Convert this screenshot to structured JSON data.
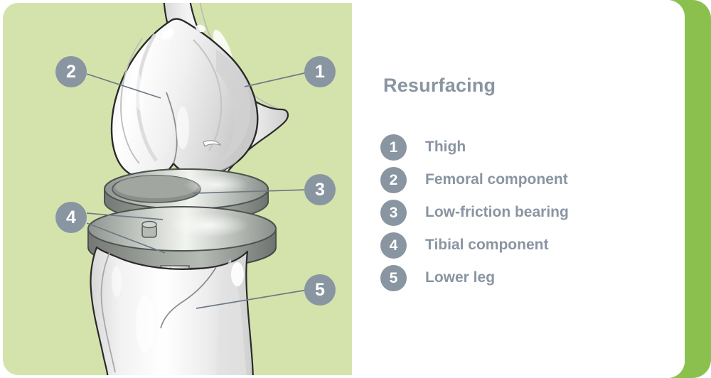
{
  "card": {
    "accent_green": "#8cc04e",
    "panel_green": "#d4e3ac",
    "badge_gray": "#8a95a2",
    "text_gray": "#8a95a2"
  },
  "info": {
    "title": "Resurfacing",
    "legend": [
      {
        "number": "1",
        "label": "Thigh"
      },
      {
        "number": "2",
        "label": "Femoral component"
      },
      {
        "number": "3",
        "label": "Low-friction bearing"
      },
      {
        "number": "4",
        "label": "Tibial component"
      },
      {
        "number": "5",
        "label": "Lower leg"
      }
    ]
  },
  "diagram": {
    "alt": "Exploded view of a knee resurfacing implant showing thigh bone, femoral component, low-friction bearing, tibial component and lower leg",
    "callouts": [
      {
        "number": "1",
        "target": "Thigh"
      },
      {
        "number": "2",
        "target": "Femoral component"
      },
      {
        "number": "3",
        "target": "Low-friction bearing"
      },
      {
        "number": "4",
        "target": "Tibial component"
      },
      {
        "number": "5",
        "target": "Lower leg"
      }
    ]
  }
}
